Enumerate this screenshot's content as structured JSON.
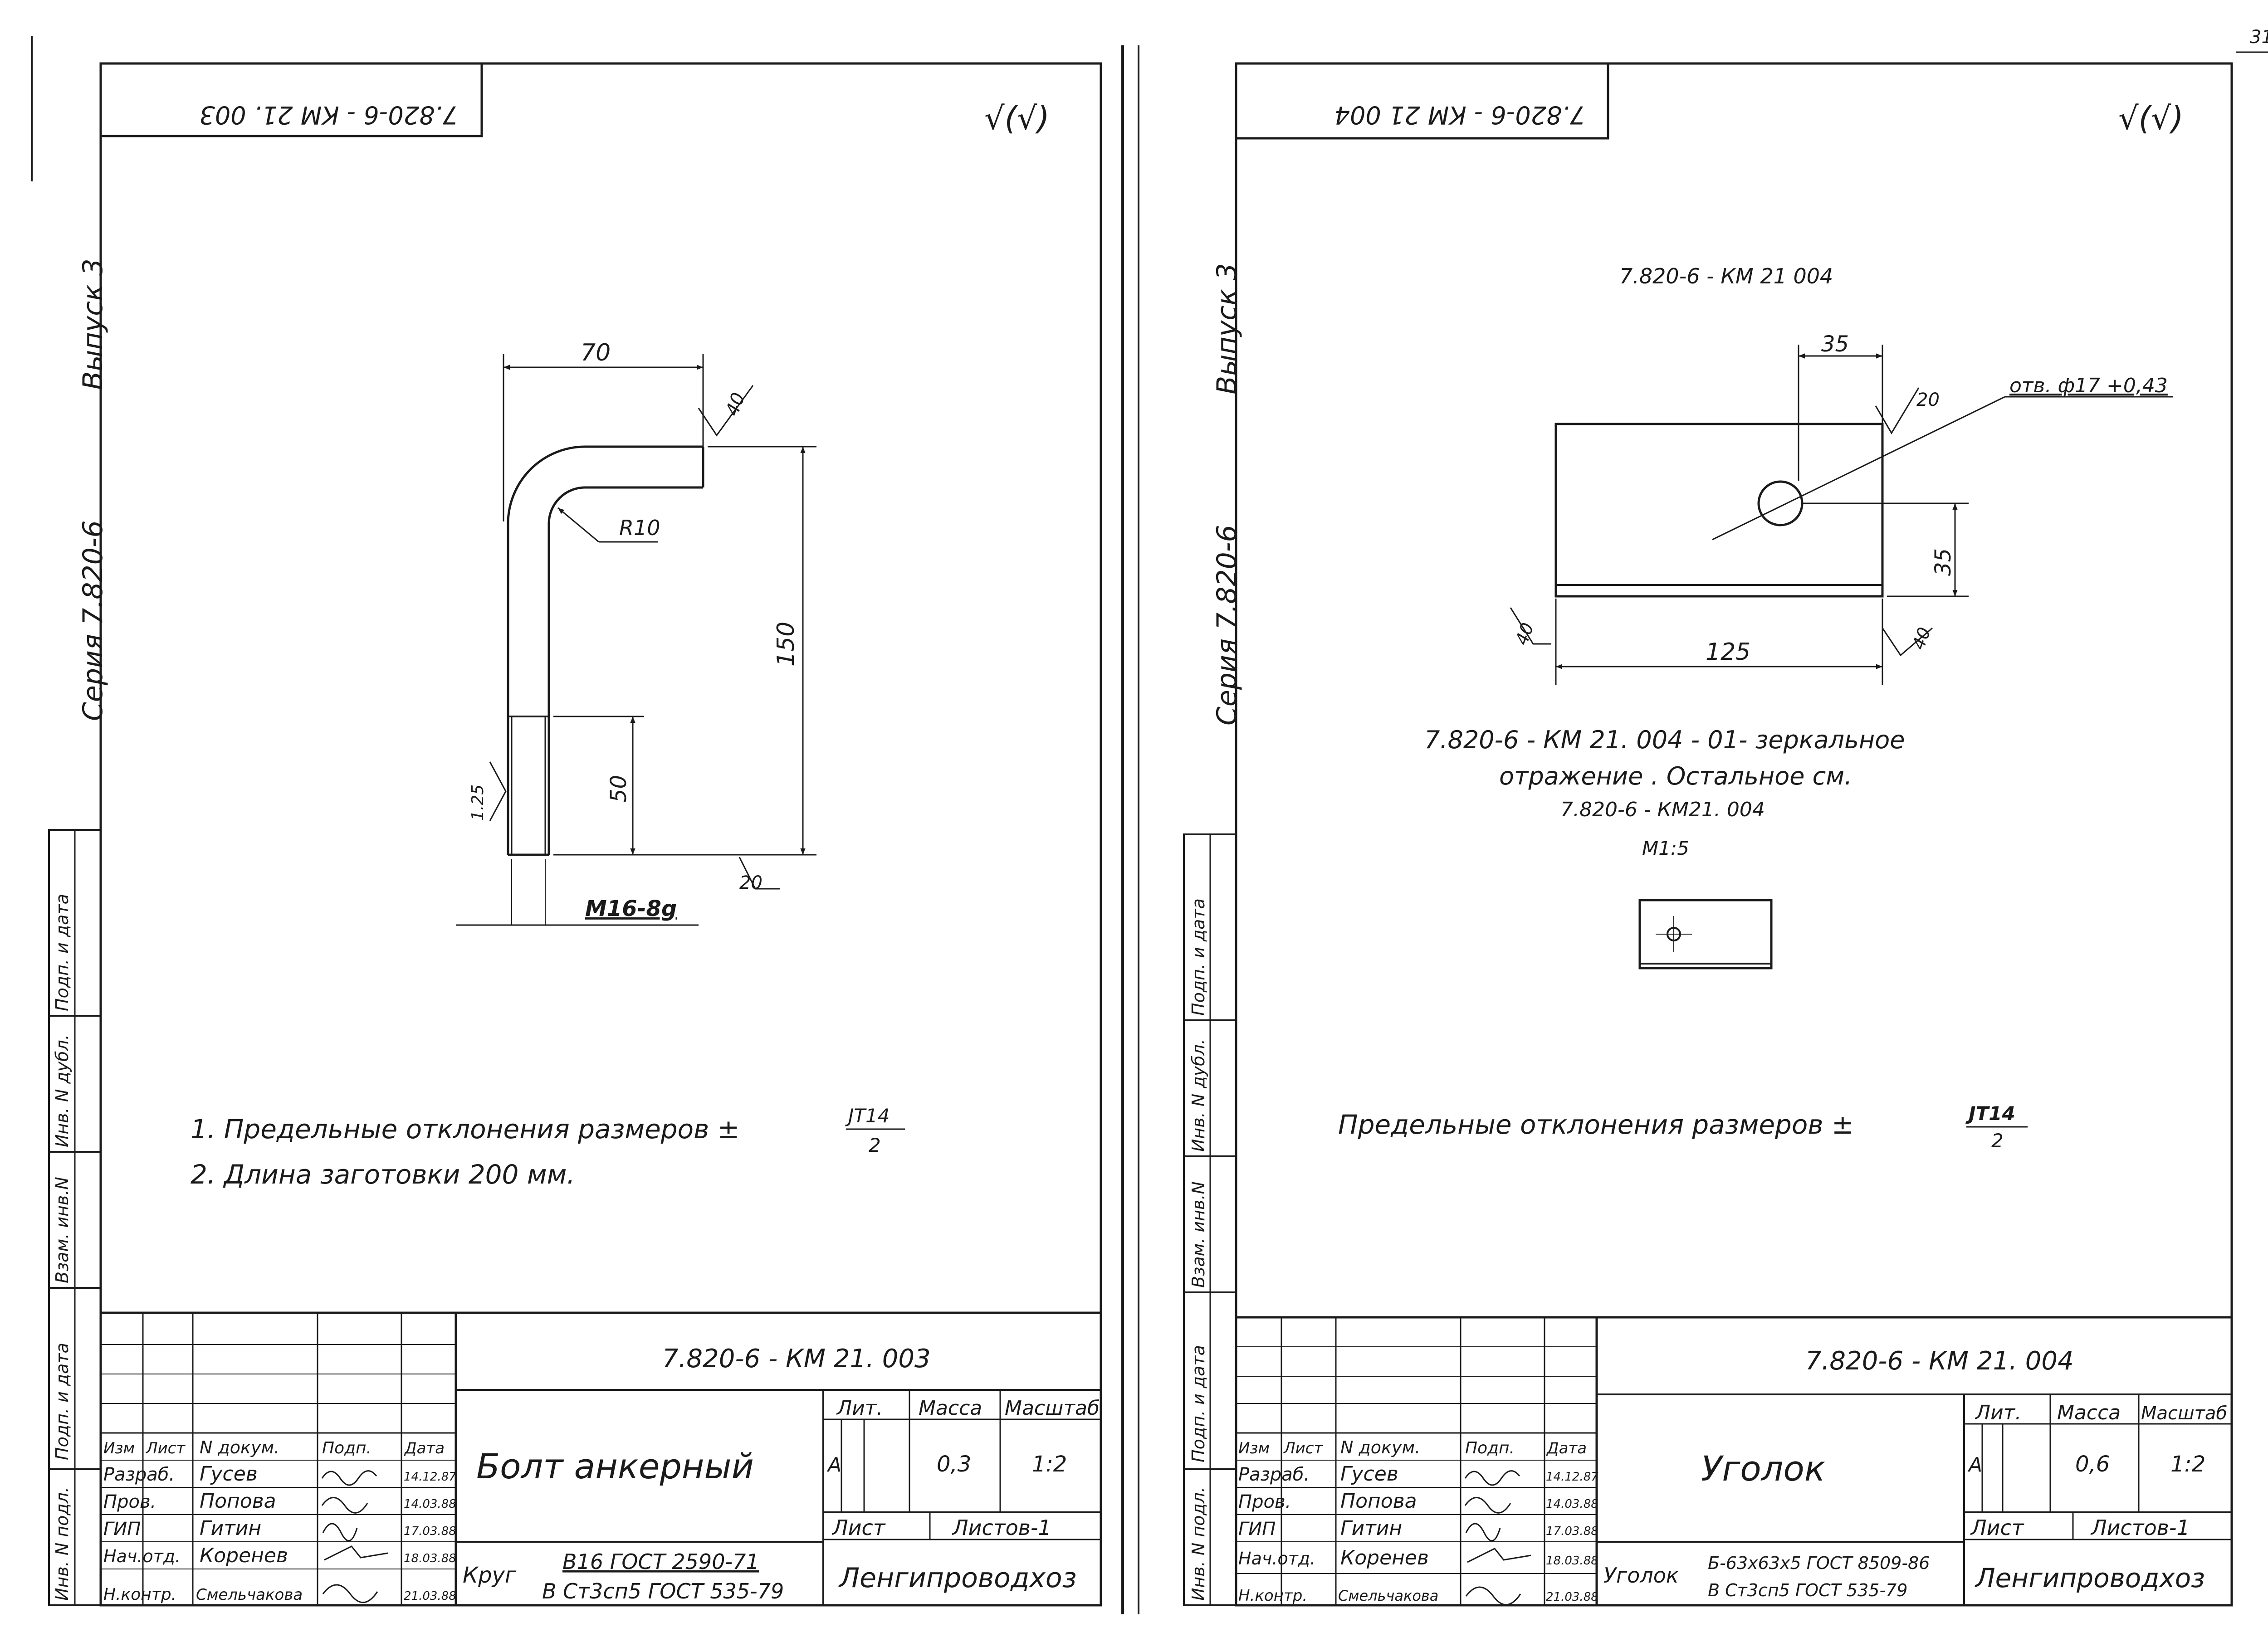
{
  "page_number": "31",
  "roughness_mark": "√(√)",
  "sheets": [
    {
      "mirrored_code": "7.820-6 - КМ 21. 003",
      "side_label_series": "Серия 7.820-6",
      "side_label_issue": "Выпуск 3",
      "drawing": {
        "dim_width": "70",
        "rough_top": "40",
        "radius": "R10",
        "dim_height": "150",
        "dim_thread": "50",
        "rough_left": "1.25",
        "rough_bottom": "20",
        "thread": "M16-8g"
      },
      "notes": [
        "1. Предельные отклонения размеров ±",
        "2. Длина заготовки 200 мм."
      ],
      "tolerance_num": "JT14",
      "tolerance_den": "2",
      "stamp_side": [
        "Инв. N подл.",
        "Подп. и дата",
        "Взам. инв.N",
        "Инв. N дубл.",
        "Подп. и дата"
      ],
      "title_block": {
        "code": "7.820-6 - КМ 21. 003",
        "name": "Болт анкерный",
        "headers": {
          "izm": "Изм",
          "list": "Лист",
          "doc": "N докум.",
          "sign": "Подп.",
          "date": "Дата"
        },
        "rows": [
          {
            "role": "Разраб.",
            "name": "Гусев",
            "date": "14.12.87"
          },
          {
            "role": "Пров.",
            "name": "Попова",
            "date": "14.03.88"
          },
          {
            "role": "ГИП",
            "name": "Гитин",
            "date": "17.03.88"
          },
          {
            "role": "Нач.отд.",
            "name": "Коренев",
            "date": "18.03.88"
          },
          {
            "role": "Н.контр.",
            "name": "Смельчакова",
            "date": "21.03.88"
          }
        ],
        "lit_label": "Лит.",
        "mass_label": "Масса",
        "scale_label": "Масштаб",
        "lit": "А",
        "mass": "0,3",
        "scale": "1:2",
        "sheet_label": "Лист",
        "sheets_label": "Листов-1",
        "material_label": "Круг",
        "material_line1": "В16 ГОСТ 2590-71",
        "material_line2": "В Ст3сп5 ГОСТ 535-79",
        "org": "Ленгипроводхоз"
      }
    },
    {
      "mirrored_code": "7.820-6 - КМ 21 004",
      "side_label_series": "Серия 7.820-6",
      "side_label_issue": "Выпуск 3",
      "drawing": {
        "code_above": "7.820-6 - КМ 21 004",
        "dim_hole_x": "35",
        "hole_label": "отв. ф17 +0,43",
        "rough_top": "20",
        "dim_hole_y": "35",
        "dim_length": "125",
        "rough_left": "40",
        "rough_right": "40",
        "mirror_note_1": "7.820-6 - КМ 21. 004 - 01- зеркальное",
        "mirror_note_2": "отражение . Остальное см.",
        "mirror_note_3": "7.820-6 - КМ21. 004",
        "small_scale": "М1:5"
      },
      "notes": [
        "Предельные отклонения размеров ±"
      ],
      "tolerance_num": "JT14",
      "tolerance_den": "2",
      "stamp_side": [
        "Инв. N подл.",
        "Подп. и дата",
        "Взам. инв.N",
        "Инв. N дубл.",
        "Подп. и дата"
      ],
      "title_block": {
        "code": "7.820-6 - КМ 21. 004",
        "name": "Уголок",
        "headers": {
          "izm": "Изм",
          "list": "Лист",
          "doc": "N докум.",
          "sign": "Подп.",
          "date": "Дата"
        },
        "rows": [
          {
            "role": "Разраб.",
            "name": "Гусев",
            "date": "14.12.87"
          },
          {
            "role": "Пров.",
            "name": "Попова",
            "date": "14.03.88"
          },
          {
            "role": "ГИП",
            "name": "Гитин",
            "date": "17.03.88"
          },
          {
            "role": "Нач.отд.",
            "name": "Коренев",
            "date": "18.03.88"
          },
          {
            "role": "Н.контр.",
            "name": "Смельчакова",
            "date": "21.03.88"
          }
        ],
        "lit_label": "Лит.",
        "mass_label": "Масса",
        "scale_label": "Масштаб",
        "lit": "А",
        "mass": "0,6",
        "scale": "1:2",
        "sheet_label": "Лист",
        "sheets_label": "Листов-1",
        "material_label": "Уголок",
        "material_line1": "Б-63х63х5 ГОСТ 8509-86",
        "material_line2": "В Ст3сп5 ГОСТ 535-79",
        "org": "Ленгипроводхоз"
      }
    }
  ]
}
